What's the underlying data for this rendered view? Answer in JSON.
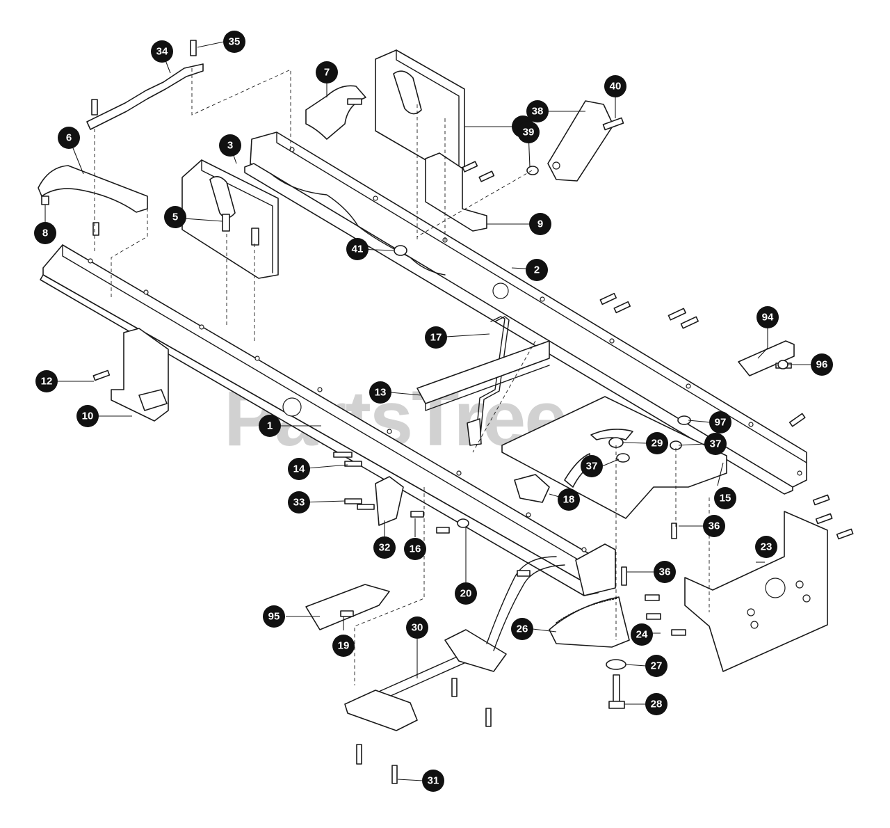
{
  "watermark": {
    "brand": "PartsTree",
    "trademark": "™"
  },
  "callouts": [
    "1",
    "2",
    "3",
    "4",
    "5",
    "6",
    "7",
    "8",
    "9",
    "10",
    "12",
    "13",
    "14",
    "15",
    "16",
    "17",
    "18",
    "19",
    "20",
    "23",
    "24",
    "26",
    "27",
    "28",
    "29",
    "30",
    "31",
    "32",
    "33",
    "34",
    "35",
    "36",
    "36",
    "37",
    "37",
    "38",
    "39",
    "40",
    "41",
    "94",
    "95",
    "96",
    "97"
  ]
}
